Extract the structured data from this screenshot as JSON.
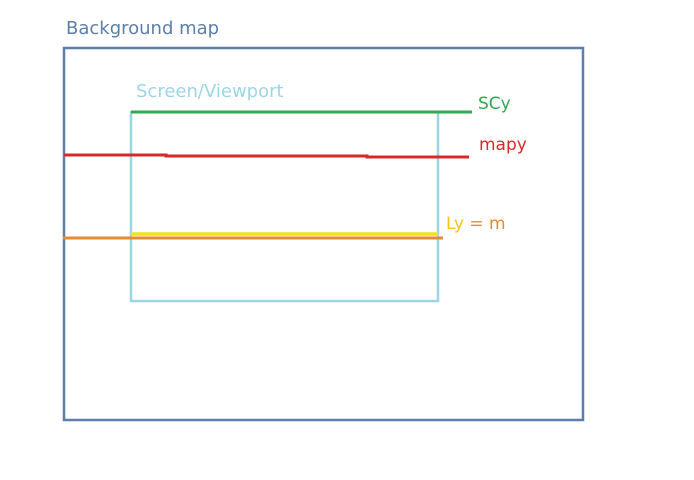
{
  "labels": {
    "background_map": "Background map",
    "viewport": "Screen/Viewport",
    "scy": "SCy",
    "mapy": "mapy",
    "ly_prefix": "Ly",
    "ly_suffix": " = m"
  },
  "colors": {
    "background_map": "#5b7fa8",
    "viewport": "#9dd6e3",
    "scy": "#2fa84f",
    "mapy": "#d42a2a",
    "ly": "#f3c518",
    "ly_eq": "#e88a2e"
  }
}
